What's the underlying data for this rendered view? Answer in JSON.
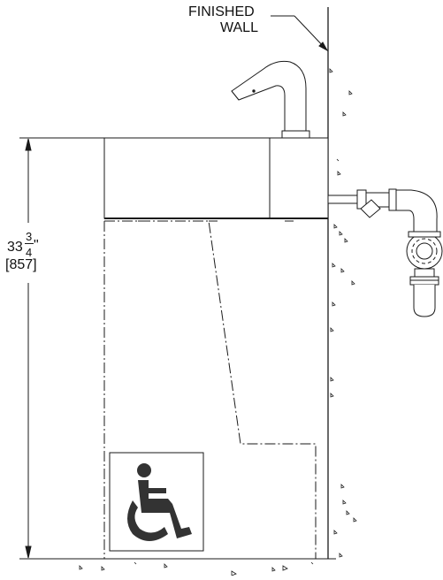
{
  "labels": {
    "wall_line1": "FINISHED",
    "wall_line2": "WALL"
  },
  "dimension": {
    "whole": "33",
    "frac_num": "3",
    "frac_den": "4",
    "inch_mark": "\"",
    "metric": "[857]"
  },
  "colors": {
    "line": "#1a1a1a",
    "symbol": "#333333"
  },
  "symbol": {
    "icon": "wheelchair-accessibility-icon"
  }
}
